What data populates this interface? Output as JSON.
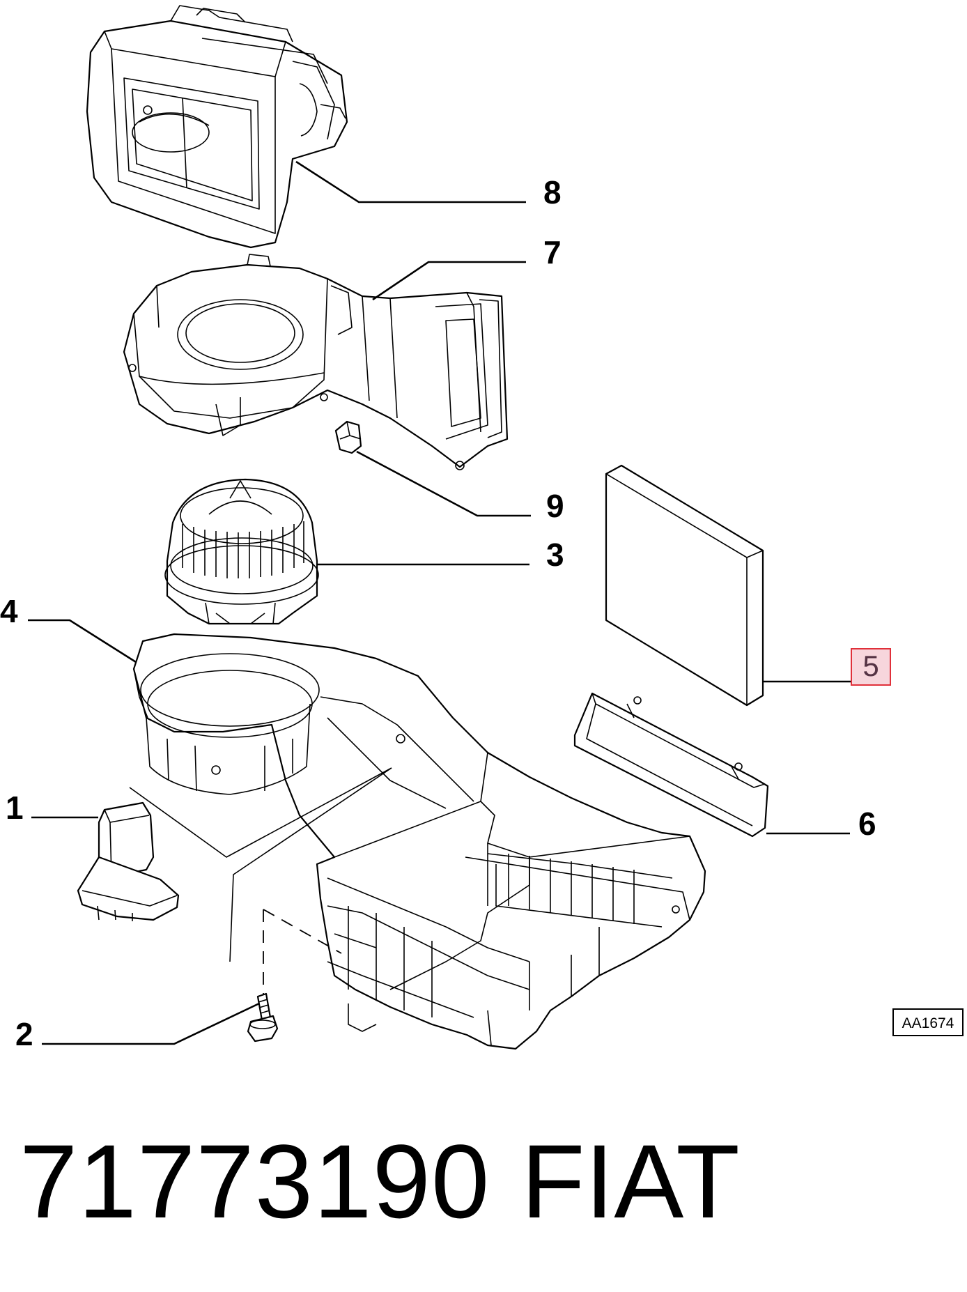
{
  "diagram": {
    "callouts": [
      {
        "id": "8",
        "label": "8"
      },
      {
        "id": "7",
        "label": "7"
      },
      {
        "id": "9",
        "label": "9"
      },
      {
        "id": "3",
        "label": "3"
      },
      {
        "id": "4",
        "label": "4"
      },
      {
        "id": "5",
        "label": "5",
        "highlighted": true
      },
      {
        "id": "1",
        "label": "1"
      },
      {
        "id": "6",
        "label": "6"
      },
      {
        "id": "2",
        "label": "2"
      }
    ],
    "reference_code": "AA1674",
    "highlight_color": "#e0303a",
    "highlight_fill": "#f7d6dc"
  },
  "footer": {
    "part_number": "71773190",
    "brand": "FIAT"
  }
}
